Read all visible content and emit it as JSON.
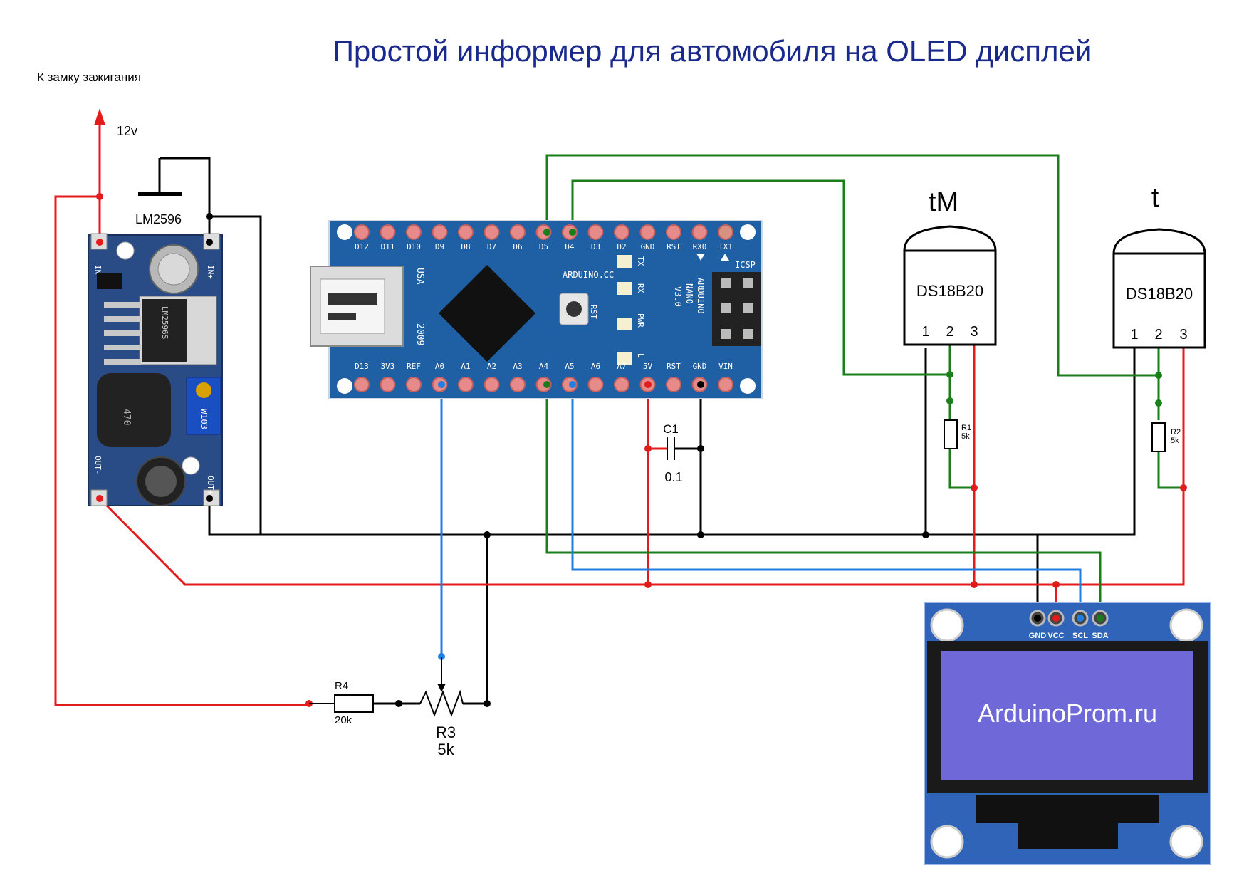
{
  "title": "Простой информер для автомобиля на OLED дисплей",
  "ignition_label": "К замку зажигания",
  "voltage_label": "12v",
  "regulator": {
    "name": "LM2596",
    "in_minus": "IN-",
    "in_plus": "IN+",
    "out_minus": "OUT-",
    "out_plus": "OUT+",
    "chip_text": "LM2596S",
    "inductor_text": "470",
    "pot_text": "W103"
  },
  "arduino": {
    "top_pins": [
      "D12",
      "D11",
      "D10",
      "D9",
      "D8",
      "D7",
      "D6",
      "D5",
      "D4",
      "D3",
      "D2",
      "GND",
      "RST",
      "RX0",
      "TX1"
    ],
    "bottom_pins": [
      "D13",
      "3V3",
      "REF",
      "A0",
      "A1",
      "A2",
      "A3",
      "A4",
      "A5",
      "A6",
      "A7",
      "5V",
      "RST",
      "GND",
      "VIN"
    ],
    "brand": "ARDUINO.CC",
    "model_line1": "ARDUINO",
    "model_line2": "NANO",
    "model_line3": "V3.0",
    "usa": "USA",
    "year": "2009",
    "icsp": "ICSP",
    "led_tx": "TX",
    "led_rx": "RX",
    "led_pwr": "PWR",
    "led_l": "L",
    "rst": "RST"
  },
  "sensors": [
    {
      "label": "tM",
      "chip": "DS18B20",
      "pins": [
        "1",
        "2",
        "3"
      ],
      "resistor": "R1",
      "resistor_value": "5k"
    },
    {
      "label": "t",
      "chip": "DS18B20",
      "pins": [
        "1",
        "2",
        "3"
      ],
      "resistor": "R2",
      "resistor_value": "5k"
    }
  ],
  "capacitor": {
    "name": "C1",
    "value": "0.1"
  },
  "r4": {
    "name": "R4",
    "value": "20k"
  },
  "r3": {
    "name": "R3",
    "value": "5k"
  },
  "oled": {
    "pins": [
      "GND",
      "VCC",
      "SCL",
      "SDA"
    ],
    "screen_text": "ArduinoProm.ru"
  },
  "colors": {
    "power": "#e31b1b",
    "ground": "#000000",
    "data": "#1a7f1a",
    "analog": "#1f7fe0",
    "title": "#1a2a8c",
    "board": "#1f5fa3",
    "oled_screen": "#6f68d8"
  }
}
